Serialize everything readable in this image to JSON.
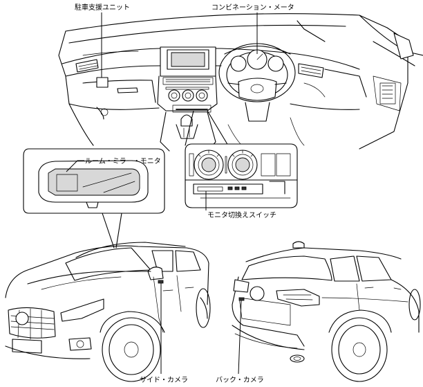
{
  "labels": {
    "parking_unit": "駐車支援ユニット",
    "combination_meter": "コンビネーション・メータ",
    "room_mirror_monitor": "ルーム・ミラー・モニタ",
    "monitor_switch": "モニタ切換えスイッチ",
    "side_camera": "サイド・カメラ",
    "back_camera": "バック・カメラ"
  }
}
